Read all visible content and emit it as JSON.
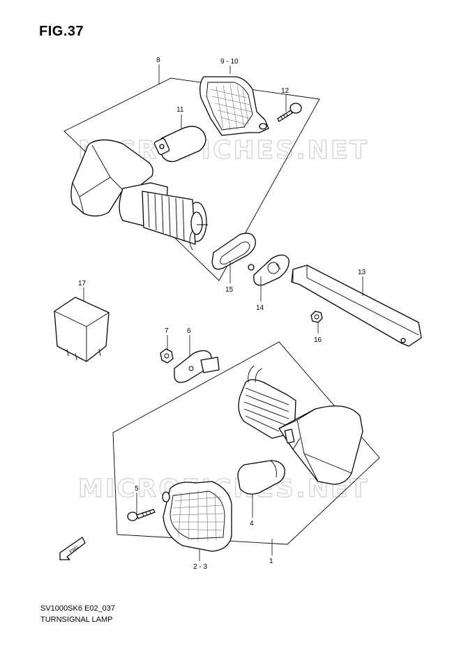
{
  "figure": {
    "title": "FIG.37",
    "code": "SV1000SK6 E02_037",
    "name": "TURNSIGNAL LAMP",
    "watermark": "MICROFICHES.NET",
    "direction_label": "FWD"
  },
  "callouts": {
    "c1": "1",
    "c23": "2 - 3",
    "c4": "4",
    "c5": "5",
    "c6": "6",
    "c7": "7",
    "c8": "8",
    "c910": "9 - 10",
    "c11": "11",
    "c12": "12",
    "c13": "13",
    "c14": "14",
    "c15": "15",
    "c16": "16",
    "c17": "17"
  },
  "icons": {
    "fwd": "fwd-arrow-icon"
  }
}
